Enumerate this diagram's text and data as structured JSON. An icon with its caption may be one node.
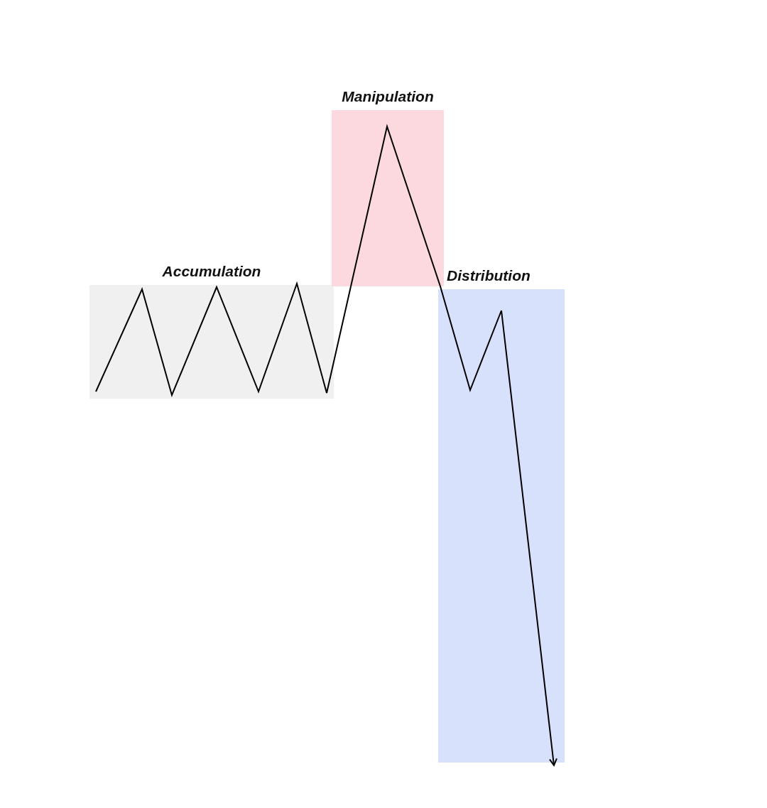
{
  "diagram": {
    "nodes": [
      {
        "text": [
          "Accumulation"
        ]
      },
      {
        "text": [
          "Manipulation"
        ]
      },
      {
        "text": [
          "Distribution"
        ]
      }
    ],
    "edges": [
      {
        "from": 0,
        "to": 1,
        "arrow": "none"
      },
      {
        "from": 1,
        "to": 2,
        "arrow": "to"
      }
    ]
  }
}
